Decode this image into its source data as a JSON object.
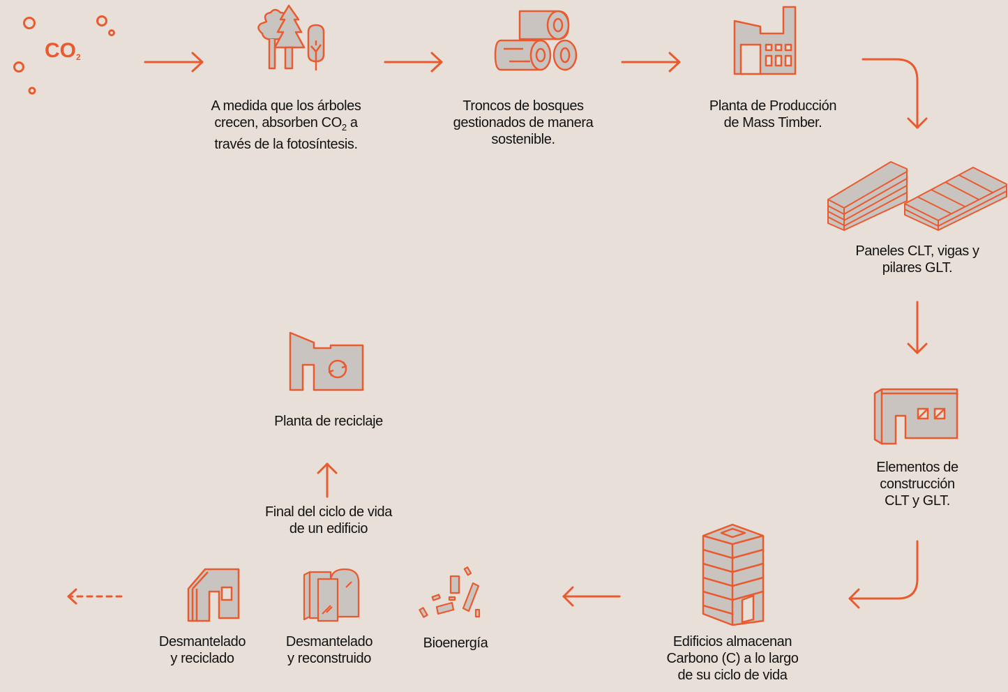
{
  "colors": {
    "accent": "#ea5a2f",
    "background": "#e8e0d8",
    "fill": "#c9c4c0",
    "text": "#111111"
  },
  "co2": {
    "text": "CO",
    "subscript": "2"
  },
  "steps": {
    "trees": {
      "icon": "trees-icon",
      "lines": [
        "A medida que los árboles",
        "crecen, absorben CO",
        "a",
        "través de la fotosíntesis."
      ],
      "sub": "2"
    },
    "logs": {
      "icon": "logs-icon",
      "lines": [
        "Troncos de bosques",
        "gestionados de manera",
        "sostenible."
      ]
    },
    "plant": {
      "icon": "factory-icon",
      "lines": [
        "Planta de Producción",
        "de Mass Timber."
      ]
    },
    "panels": {
      "icon": "clt-panels-icon",
      "lines": [
        "Paneles CLT, vigas y",
        "pilares GLT."
      ]
    },
    "elements": {
      "icon": "building-elements-icon",
      "lines": [
        "Elementos de",
        "construcción",
        "CLT y GLT."
      ]
    },
    "buildings": {
      "icon": "tower-building-icon",
      "lines": [
        "Edificios almacenan",
        "Carbono (C) a lo largo",
        "de su ciclo de vida"
      ]
    },
    "bioenergy": {
      "icon": "wood-chips-icon",
      "lines": [
        "Bioenergía"
      ]
    },
    "rebuilt": {
      "icon": "dismantled-panels-icon",
      "lines": [
        "Desmantelado",
        "y reconstruido"
      ]
    },
    "recycled": {
      "icon": "dismantled-element-icon",
      "lines": [
        "Desmantelado",
        "y reciclado"
      ]
    },
    "end_of_life": {
      "lines": [
        "Final del ciclo de vida",
        "de un edificio"
      ]
    },
    "recycling_plant": {
      "icon": "recycling-plant-icon",
      "lines": [
        "Planta de reciclaje"
      ]
    }
  }
}
